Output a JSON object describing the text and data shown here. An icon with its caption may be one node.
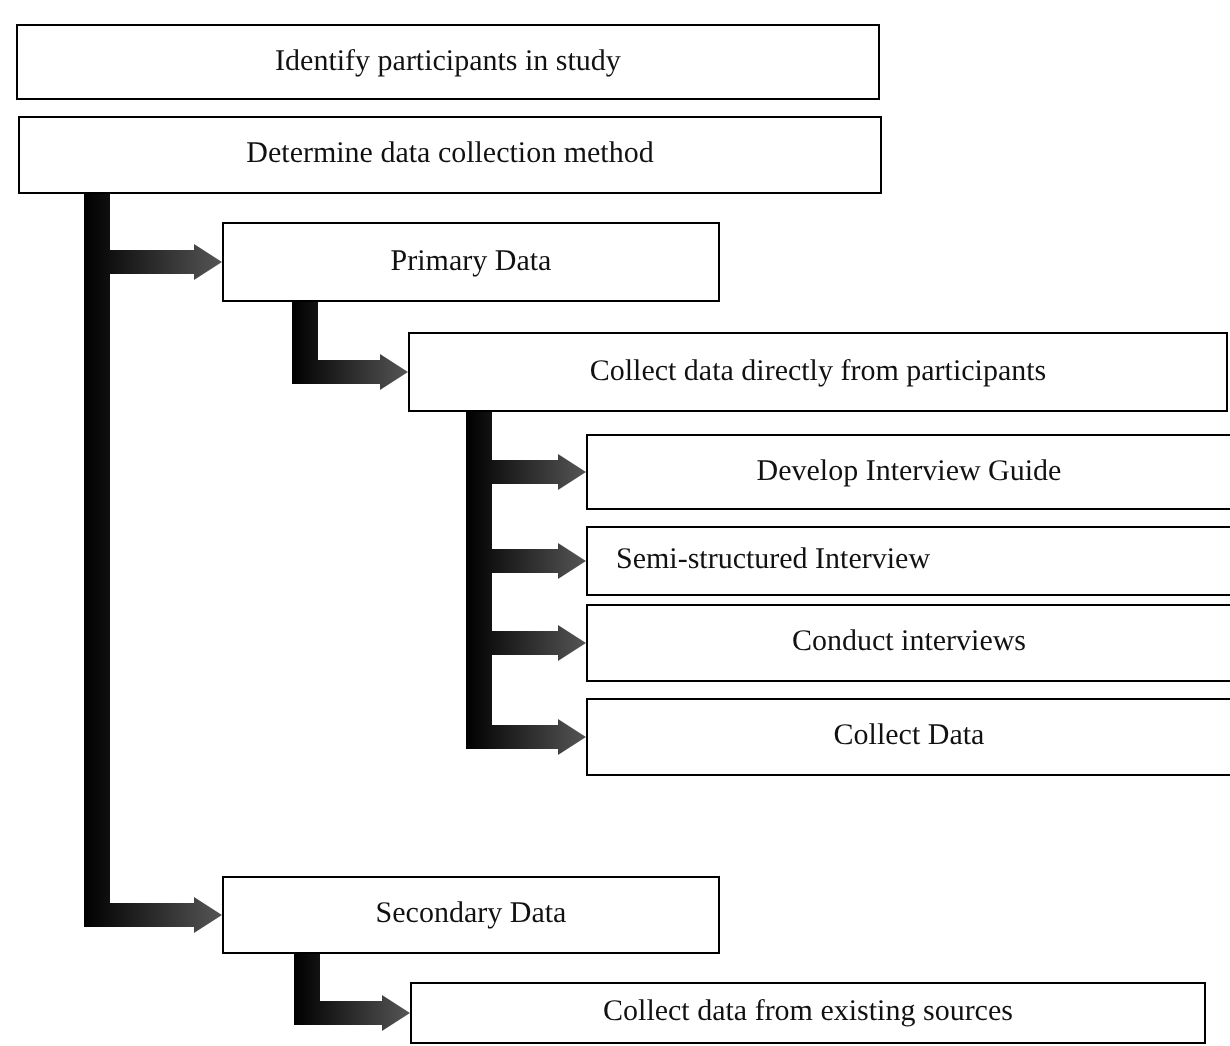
{
  "diagram": {
    "nodes": [
      {
        "text": [
          "Identify participants in study"
        ]
      },
      {
        "text": [
          "Determine data collection method"
        ]
      },
      {
        "text": [
          "Primary Data"
        ]
      },
      {
        "text": [
          "Collect data directly from participants"
        ]
      },
      {
        "text": [
          "Develop Interview Guide"
        ]
      },
      {
        "text": [
          "Semi-structured Interview"
        ]
      },
      {
        "text": [
          "Conduct interviews"
        ]
      },
      {
        "text": [
          "Collect Data"
        ]
      },
      {
        "text": [
          "Secondary Data"
        ]
      },
      {
        "text": [
          "Collect data from existing sources"
        ]
      }
    ],
    "edges": [
      {
        "from": 1,
        "to": 2,
        "arrow": "to",
        "style": "thick"
      },
      {
        "from": 1,
        "to": 8,
        "arrow": "to",
        "style": "thick"
      },
      {
        "from": 2,
        "to": 3,
        "arrow": "to",
        "style": "thick"
      },
      {
        "from": 3,
        "to": 4,
        "arrow": "to",
        "style": "thick"
      },
      {
        "from": 3,
        "to": 5,
        "arrow": "to",
        "style": "thick"
      },
      {
        "from": 3,
        "to": 6,
        "arrow": "to",
        "style": "thick"
      },
      {
        "from": 3,
        "to": 7,
        "arrow": "to",
        "style": "thick"
      },
      {
        "from": 8,
        "to": 9,
        "arrow": "to",
        "style": "thick"
      }
    ]
  }
}
